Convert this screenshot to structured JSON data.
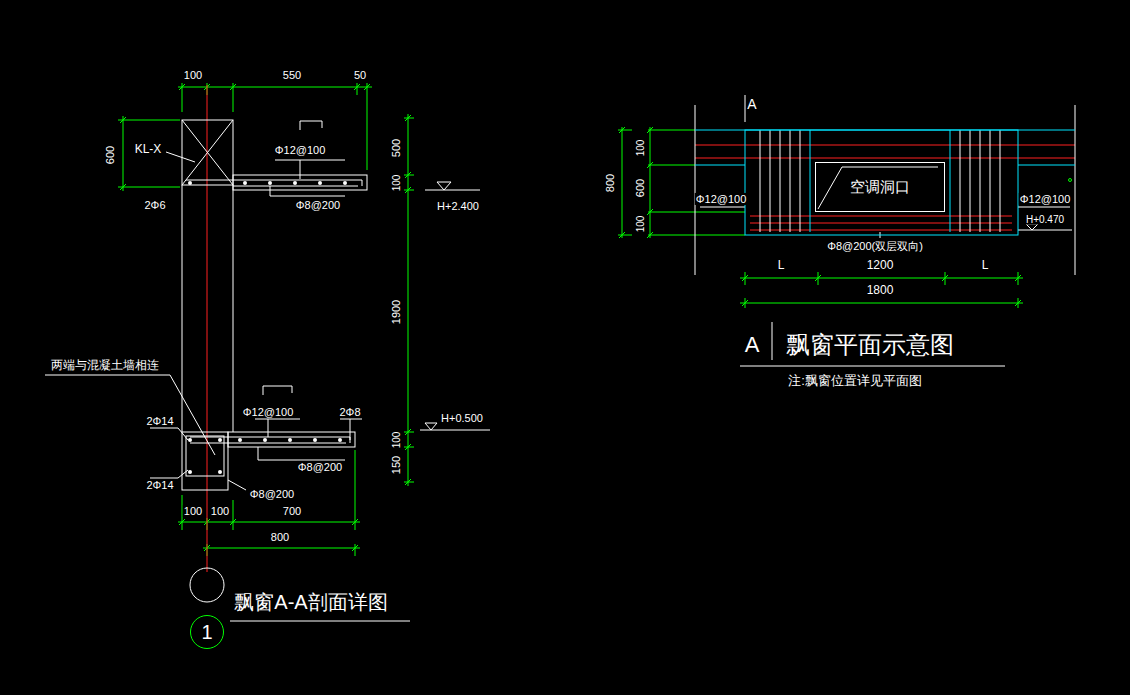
{
  "diagram": {
    "nodes": [
      {
        "text": [
          "空调洞口"
        ]
      },
      {
        "text": [
          "1"
        ]
      }
    ],
    "labels": [
      "100",
      "550",
      "50",
      "600",
      "KL-X",
      "Φ12@100",
      "2Φ6",
      "Φ8@200",
      "500",
      "100",
      "H+2.400",
      "1900",
      "两端与混凝土墙相连",
      "2Φ14",
      "Φ12@100",
      "2Φ8",
      "H+0.500",
      "100",
      "150",
      "Φ8@200",
      "2Φ14",
      "Φ8@200",
      "100",
      "100",
      "700",
      "800",
      "飘窗A-A剖面详图",
      "A",
      "100",
      "600",
      "100",
      "800",
      "Φ12@100",
      "Φ12@100",
      "H+0.470",
      "Φ8@200(双层双向)",
      "L",
      "1200",
      "L",
      "1800",
      "A",
      "飘窗平面示意图",
      "注:飘窗位置详见平面图"
    ]
  }
}
